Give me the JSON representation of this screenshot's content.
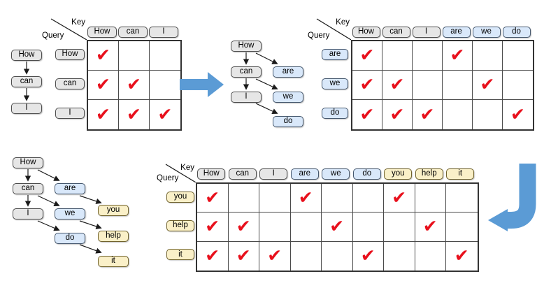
{
  "colors": {
    "gray_fill": "#e6e6e6",
    "gray_border": "#4d4d4d",
    "blue_fill": "#d9e8fa",
    "blue_border": "#46586e",
    "yellow_fill": "#faf0c8",
    "yellow_border": "#70622c",
    "check": "#e8101c",
    "flow_arrow": "#5b9bd5",
    "grid_line": "#4a4a4a",
    "grid_outer": "#333333"
  },
  "check_glyph": "✔",
  "corner_labels": {
    "key": "Key",
    "query": "Query"
  },
  "panel_initial": {
    "chain": [
      "How",
      "can",
      "I"
    ],
    "matrix": {
      "keys": [
        {
          "label": "How",
          "color": "gray"
        },
        {
          "label": "can",
          "color": "gray"
        },
        {
          "label": "I",
          "color": "gray"
        }
      ],
      "queries": [
        {
          "label": "How",
          "color": "gray"
        },
        {
          "label": "can",
          "color": "gray"
        },
        {
          "label": "I",
          "color": "gray"
        }
      ],
      "checks": [
        [
          1,
          0,
          0
        ],
        [
          1,
          1,
          0
        ],
        [
          1,
          1,
          1
        ]
      ]
    }
  },
  "panel_second": {
    "tree": {
      "trunk": [
        "How",
        "can",
        "I"
      ],
      "branch": [
        "are",
        "we",
        "do"
      ]
    },
    "matrix": {
      "keys": [
        {
          "label": "How",
          "color": "gray"
        },
        {
          "label": "can",
          "color": "gray"
        },
        {
          "label": "I",
          "color": "gray"
        },
        {
          "label": "are",
          "color": "blue"
        },
        {
          "label": "we",
          "color": "blue"
        },
        {
          "label": "do",
          "color": "blue"
        }
      ],
      "queries": [
        {
          "label": "are",
          "color": "blue"
        },
        {
          "label": "we",
          "color": "blue"
        },
        {
          "label": "do",
          "color": "blue"
        }
      ],
      "checks": [
        [
          1,
          0,
          0,
          1,
          0,
          0
        ],
        [
          1,
          1,
          0,
          0,
          1,
          0
        ],
        [
          1,
          1,
          1,
          0,
          0,
          1
        ]
      ]
    }
  },
  "panel_third": {
    "tree": {
      "trunk": [
        "How",
        "can",
        "I"
      ],
      "branch1": [
        "are",
        "we",
        "do"
      ],
      "branch2": [
        "you",
        "help",
        "it"
      ]
    },
    "matrix": {
      "keys": [
        {
          "label": "How",
          "color": "gray"
        },
        {
          "label": "can",
          "color": "gray"
        },
        {
          "label": "I",
          "color": "gray"
        },
        {
          "label": "are",
          "color": "blue"
        },
        {
          "label": "we",
          "color": "blue"
        },
        {
          "label": "do",
          "color": "blue"
        },
        {
          "label": "you",
          "color": "yellow"
        },
        {
          "label": "help",
          "color": "yellow"
        },
        {
          "label": "it",
          "color": "yellow"
        }
      ],
      "queries": [
        {
          "label": "you",
          "color": "yellow"
        },
        {
          "label": "help",
          "color": "yellow"
        },
        {
          "label": "it",
          "color": "yellow"
        }
      ],
      "checks": [
        [
          1,
          0,
          0,
          1,
          0,
          0,
          1,
          0,
          0
        ],
        [
          1,
          1,
          0,
          0,
          1,
          0,
          0,
          1,
          0
        ],
        [
          1,
          1,
          1,
          0,
          0,
          1,
          0,
          0,
          1
        ]
      ]
    }
  }
}
